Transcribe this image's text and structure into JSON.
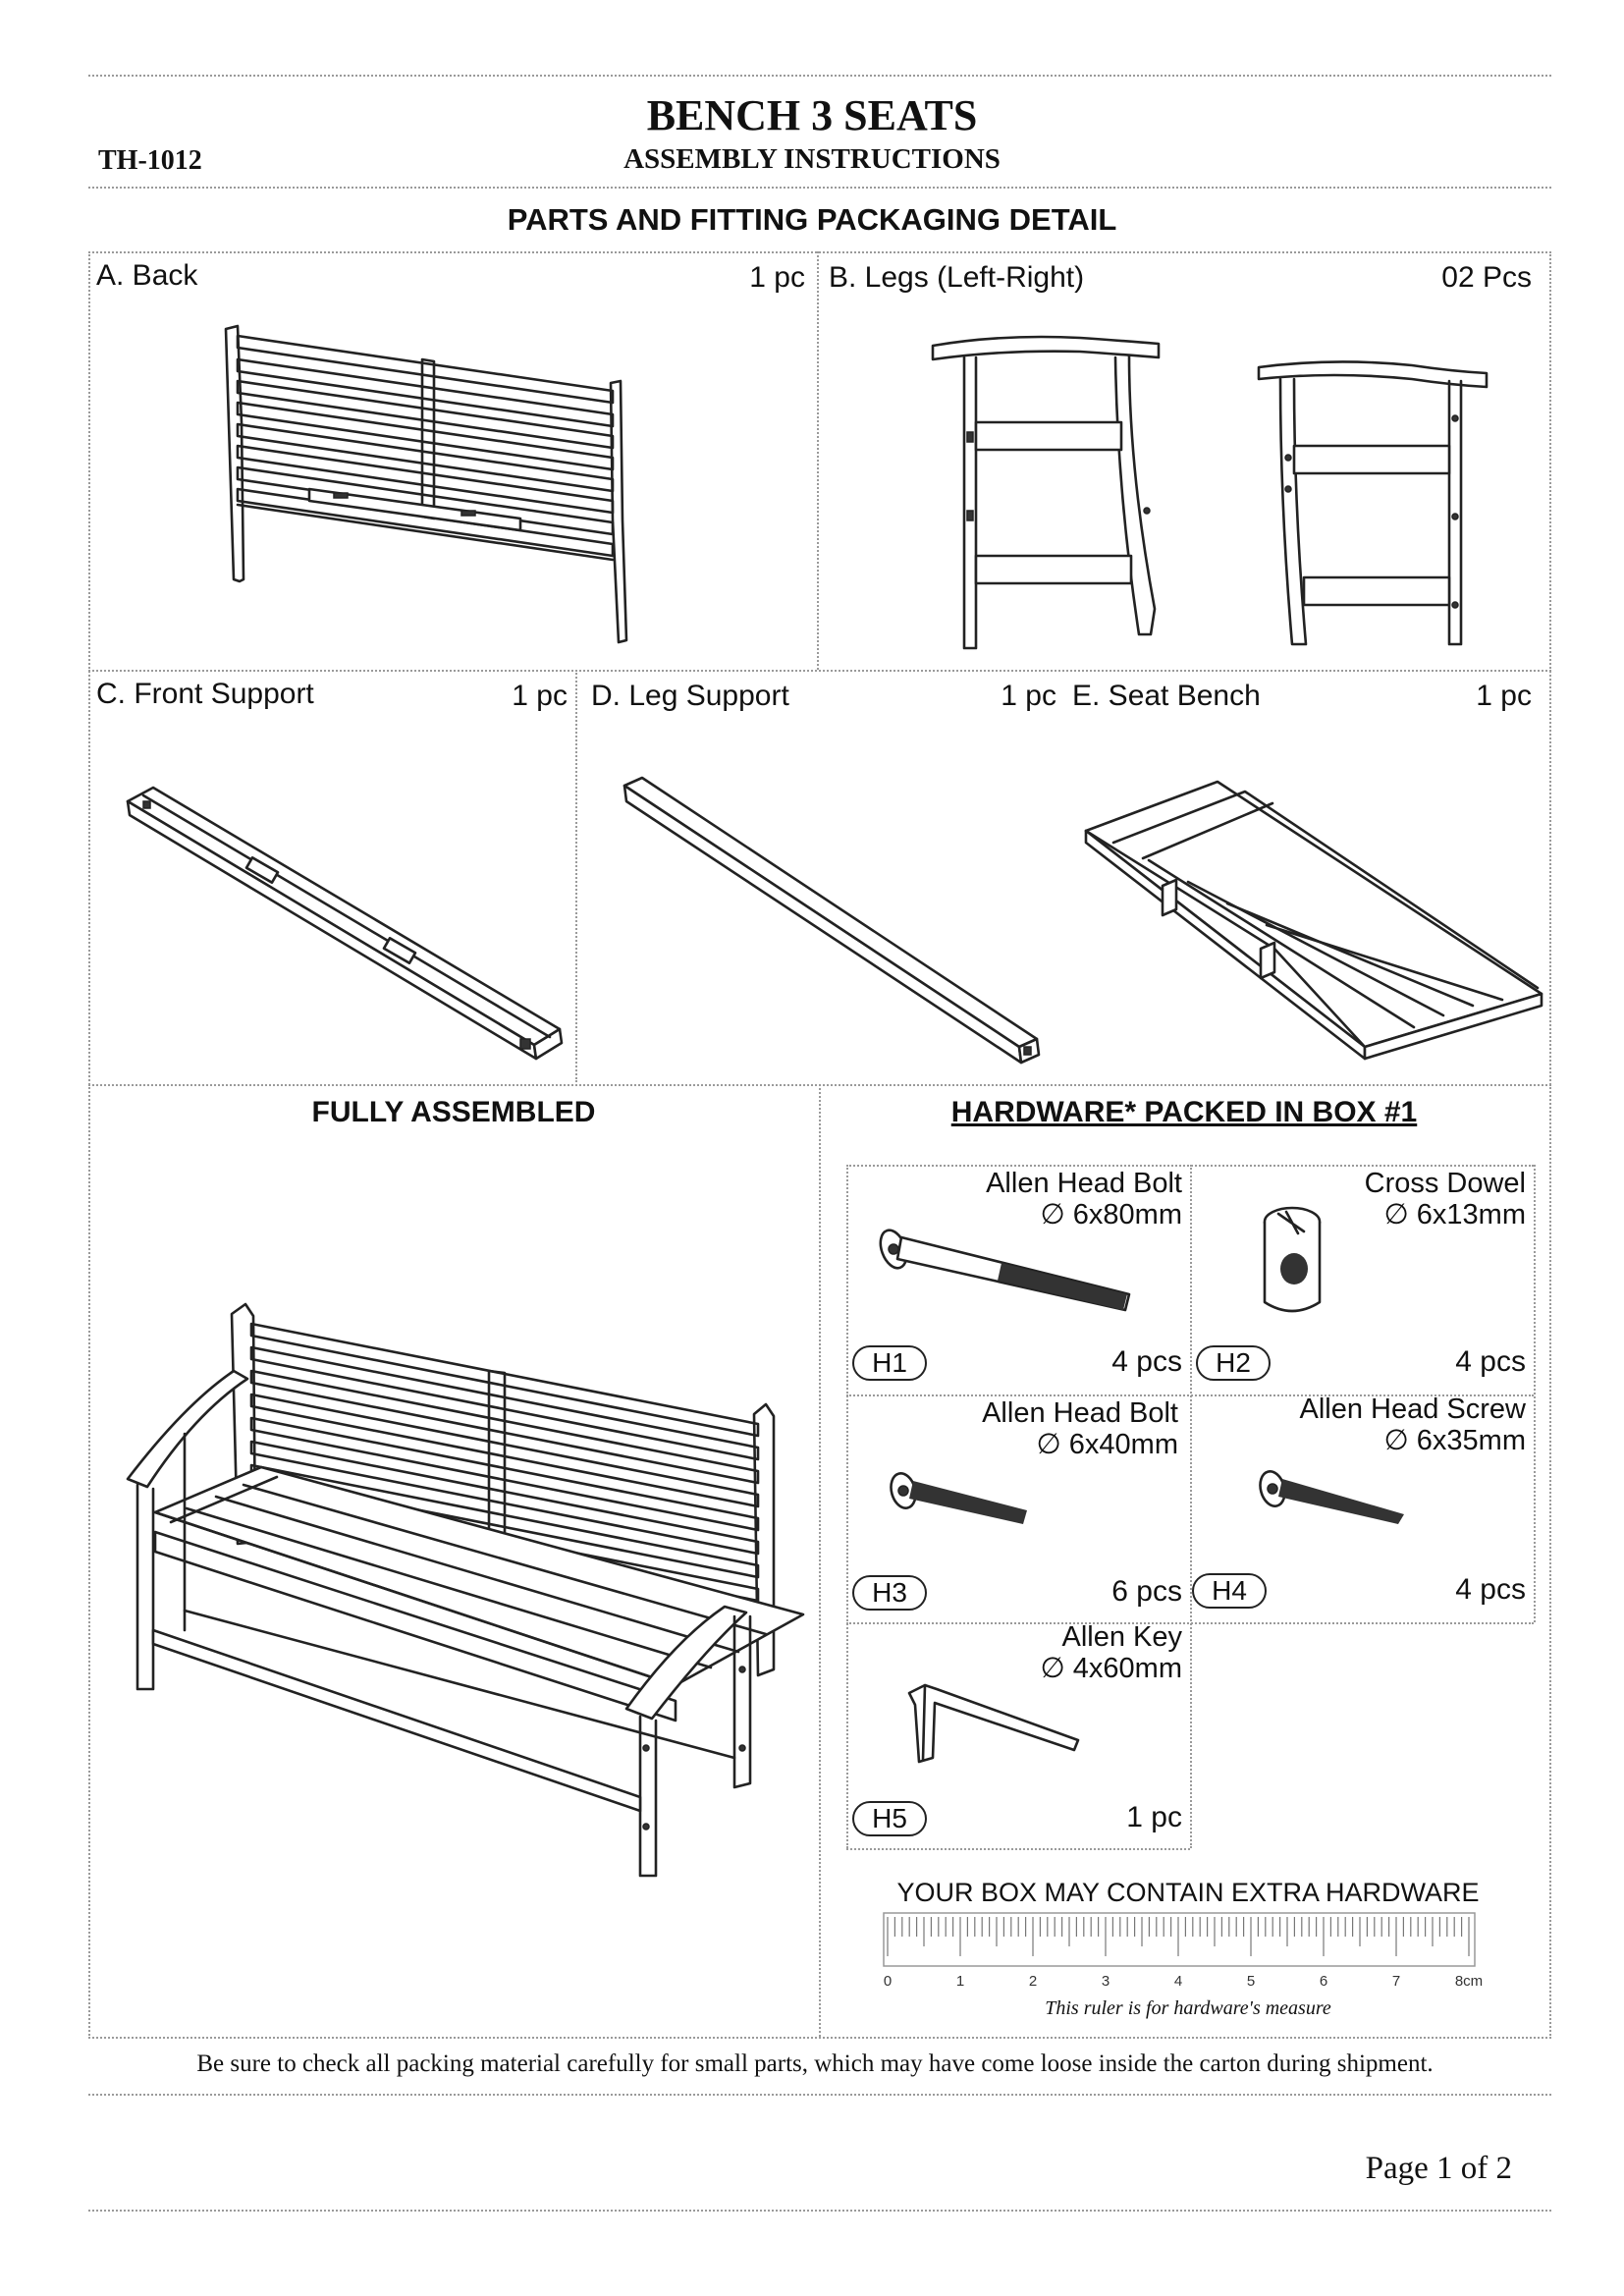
{
  "header": {
    "model": "TH-1012",
    "title": "BENCH 3 SEATS",
    "subtitle": "ASSEMBLY INSTRUCTIONS",
    "section_title": "PARTS AND FITTING PACKAGING DETAIL"
  },
  "parts": [
    {
      "label": "A. Back",
      "qty": "1 pc"
    },
    {
      "label": "B. Legs (Left-Right)",
      "qty": "02 Pcs"
    },
    {
      "label": "C. Front Support",
      "qty": "1 pc"
    },
    {
      "label": "D. Leg Support",
      "qty": "1 pc"
    },
    {
      "label": "E. Seat Bench",
      "qty": "1 pc"
    }
  ],
  "assembled_title": "FULLY ASSEMBLED",
  "hardware": {
    "title": "HARDWARE* PACKED IN BOX #1",
    "items": [
      {
        "code": "H1",
        "name": "Allen Head Bolt",
        "size": "∅ 6x80mm",
        "qty": "4 pcs"
      },
      {
        "code": "H2",
        "name": "Cross Dowel",
        "size": "∅ 6x13mm",
        "qty": "4 pcs"
      },
      {
        "code": "H3",
        "name": "Allen Head Bolt",
        "size": "∅ 6x40mm",
        "qty": "6 pcs"
      },
      {
        "code": "H4",
        "name": "Allen Head Screw",
        "size": "∅ 6x35mm",
        "qty": "4 pcs"
      },
      {
        "code": "H5",
        "name": "Allen Key",
        "size": "∅ 4x60mm",
        "qty": "1 pc"
      }
    ],
    "extra_note": "YOUR BOX MAY CONTAIN EXTRA HARDWARE",
    "ruler_labels": [
      "0",
      "1",
      "2",
      "3",
      "4",
      "5",
      "6",
      "7",
      "8cm"
    ],
    "ruler_caption": "This ruler is for hardware's measure"
  },
  "footer": {
    "notice": "Be sure to check all packing material carefully for small parts, which may have come loose inside the carton during shipment.",
    "page": "Page 1 of 2"
  }
}
